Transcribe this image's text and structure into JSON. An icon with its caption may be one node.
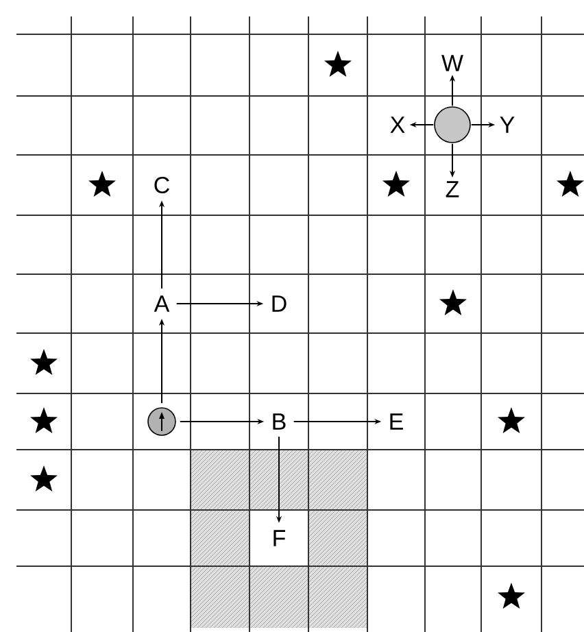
{
  "diagram": {
    "nodes": [
      {
        "text": [
          "W"
        ]
      },
      {
        "text": [
          "X"
        ]
      },
      {
        "text": [],
        "shape": "circle"
      },
      {
        "text": [
          "Y"
        ]
      },
      {
        "text": [
          "C"
        ]
      },
      {
        "text": [
          "Z"
        ]
      },
      {
        "text": [
          "A"
        ]
      },
      {
        "text": [
          "D"
        ]
      },
      {
        "text": [],
        "shape": "circle"
      },
      {
        "text": [
          "B"
        ]
      },
      {
        "text": [
          "E"
        ]
      },
      {
        "text": [
          "F"
        ]
      }
    ],
    "edges": [
      {
        "from": 2,
        "to": 0,
        "arrow": "to"
      },
      {
        "from": 2,
        "to": 1,
        "arrow": "to"
      },
      {
        "from": 2,
        "to": 3,
        "arrow": "to"
      },
      {
        "from": 2,
        "to": 5,
        "arrow": "to"
      },
      {
        "from": 6,
        "to": 4,
        "arrow": "to"
      },
      {
        "from": 6,
        "to": 7,
        "arrow": "to"
      },
      {
        "from": 8,
        "to": 6,
        "arrow": "to"
      },
      {
        "from": 8,
        "to": 9,
        "arrow": "to"
      },
      {
        "from": 9,
        "to": 10,
        "arrow": "to"
      },
      {
        "from": 9,
        "to": 11,
        "arrow": "to"
      }
    ]
  }
}
